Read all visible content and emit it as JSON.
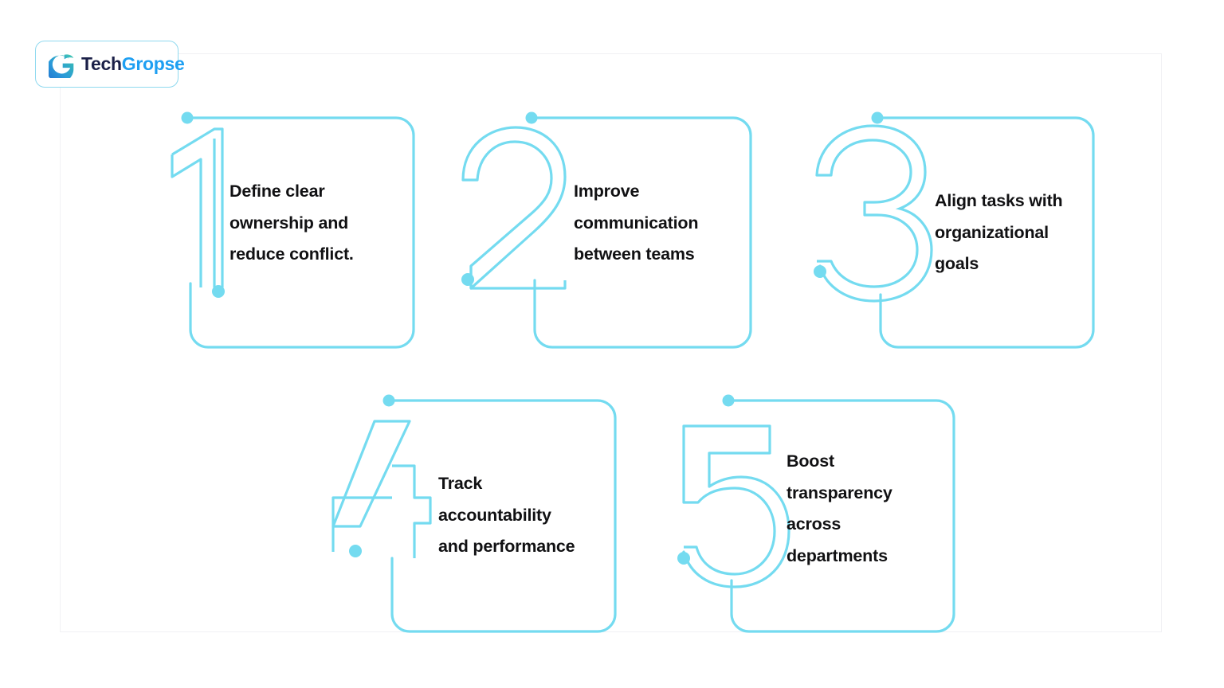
{
  "brand": {
    "logo_icon": "techgropse-g-logo-icon",
    "name_part_1": "Tech",
    "name_part_2": "Gropse",
    "color_dark": "#1b2048",
    "color_blue": "#1e9ff2"
  },
  "theme": {
    "accent": "#74dbf0",
    "text": "#111113",
    "frame": "#f1f1f4",
    "background": "#ffffff"
  },
  "cards": [
    {
      "number": "1",
      "numeral_icon": "numeral-one-outline-icon",
      "text": "Define clear\nownership and\nreduce conflict."
    },
    {
      "number": "2",
      "numeral_icon": "numeral-two-outline-icon",
      "text": "Improve\ncommunication\nbetween teams"
    },
    {
      "number": "3",
      "numeral_icon": "numeral-three-outline-icon",
      "text": "Align tasks with\norganizational\ngoals"
    },
    {
      "number": "4",
      "numeral_icon": "numeral-four-outline-icon",
      "text": "Track\naccountability\nand performance"
    },
    {
      "number": "5",
      "numeral_icon": "numeral-five-outline-icon",
      "text": "Boost\ntransparency\nacross\ndepartments"
    }
  ]
}
